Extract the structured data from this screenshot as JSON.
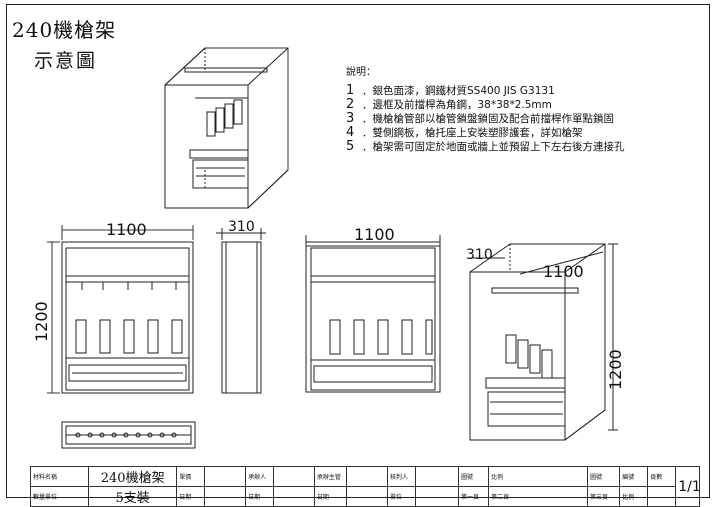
{
  "title": {
    "line1": "240機槍架",
    "line2": "示意圖"
  },
  "notes": {
    "heading": "說明：",
    "items": [
      {
        "num": "1",
        "text": "．銀色面漆，鋼鐵材質SS400 JIS G3131"
      },
      {
        "num": "2",
        "text": "．邊框及前擋桿為角鋼，38*38*2.5mm"
      },
      {
        "num": "3",
        "text": "．機槍槍管部以槍管鎖盤鎖固及配合前擋桿作單點鎖固"
      },
      {
        "num": "4",
        "text": "．雙側鋼板，槍托座上安裝塑膠護套，詳如槍架"
      },
      {
        "num": "5",
        "text": "．槍架需可固定於地面或牆上並預留上下左右後方連接孔"
      }
    ]
  },
  "dimensions": {
    "front_width": "1100",
    "front_height": "1200",
    "side_depth": "310",
    "rear_width": "1100",
    "iso_depth": "310",
    "iso_width": "1100",
    "iso_height": "1200"
  },
  "title_block": {
    "name_label": "材料名稱",
    "name_value": "240機槍架",
    "qty_label": "數量單位",
    "qty_value": "5支裝",
    "cell_a": "單價",
    "cell_b": "日期",
    "cell_c": "承辦人",
    "cell_d": "日期",
    "cell_e": "承辦主管",
    "cell_f": "日期",
    "cell_g": "核判人",
    "cell_h": "單位",
    "cell_i": "圖號",
    "cell_j": "第一頁",
    "cell_k": "第二頁",
    "cell_l": "第三頁",
    "cell_m": "比例",
    "cell_n": "比例",
    "cell_o": "圖號",
    "cell_p": "編號",
    "cell_q": "頁數",
    "sheet": "1/1"
  }
}
